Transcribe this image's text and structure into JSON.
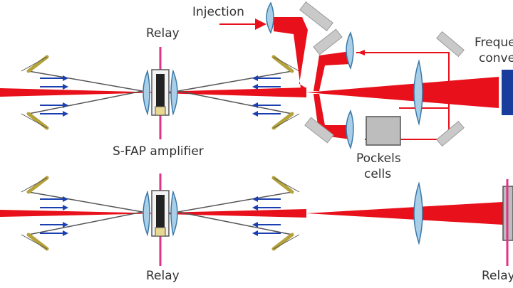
{
  "labels": {
    "injection": "Injection",
    "relay_top": "Relay",
    "relay_bottom": "Relay",
    "relay_right": "Relay",
    "amplifier": "S-FAP amplifier",
    "pockels_line1": "Pockels",
    "pockels_line2": "cells",
    "frequency_line1": "Freque",
    "frequency_line2": "conve"
  },
  "colors": {
    "beam": "#e8101a",
    "relay_line": "#e0338a",
    "lens": "#a9cfe8",
    "lens_edge": "#3a78a8",
    "slab": "#222222",
    "mirror": "#c9c9c9",
    "pockels": "#bdbdbd",
    "converter": "#1a3c9c",
    "pump_arrow": "#1a3fb0",
    "reflector": "#b5a23a",
    "outline": "#555555"
  }
}
